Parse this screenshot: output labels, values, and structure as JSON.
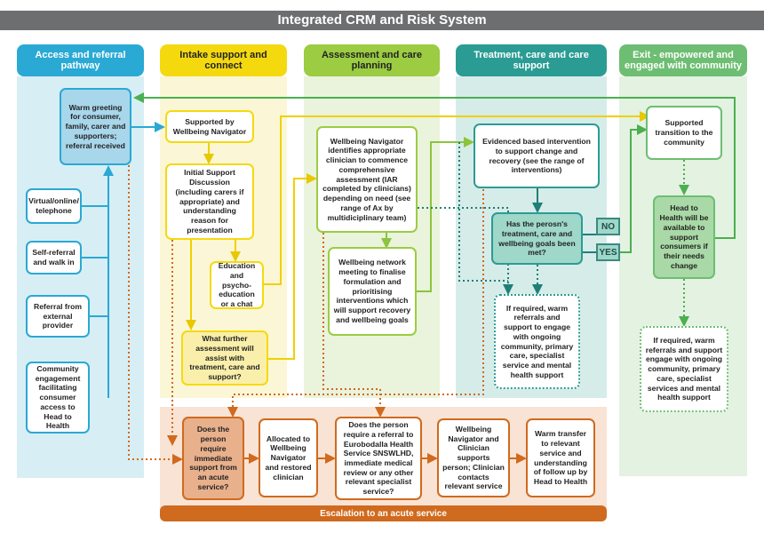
{
  "title": "Integrated CRM and Risk System",
  "colors": {
    "blue": "#29a9d4",
    "yellow": "#f5d90f",
    "green": "#9bcc42",
    "teal": "#2a9c94",
    "lightgreen": "#6dbe72",
    "orange": "#d06a1e"
  },
  "columns": {
    "access": "Access and referral pathway",
    "intake": "Intake support and connect",
    "assessment": "Assessment and care planning",
    "treatment": "Treatment, care and care support",
    "exit": "Exit - empowered and engaged with community"
  },
  "access": {
    "warm_greeting": "Warm greeting for consumer, family, carer and supporters; referral received",
    "virtual": "Virtual/online/ telephone",
    "self_referral": "Self-referral and walk in",
    "external": "Referral from external provider",
    "community": "Community engagement facilitating consumer access to Head to Health"
  },
  "intake": {
    "navigator": "Supported by Wellbeing Navigator",
    "initial": "Initial Support Discussion (including carers if appropriate) and understanding reason for presentation",
    "education": "Education and psycho-education or a chat",
    "further": "What further assessment will assist with treatment, care and support?"
  },
  "assessment": {
    "identifies": "Wellbeing Navigator identifies appropriate clinician to commence comprehensive assessment (IAR completed by clinicians) depending on need (see range of Ax by multidiciplinary team)",
    "network": "Wellbeing network meeting to finalise formulation and prioritising interventions which will support recovery and wellbeing goals"
  },
  "treatment": {
    "evidenced": "Evidenced based intervention to support change and recovery (see the range of interventions)",
    "goals": "Has the perosn's treatment, care and wellbeing goals been met?",
    "no": "NO",
    "yes": "YES",
    "warm_referrals": "If required, warm referrals and support to engage with ongoing community, primary care, specialist service  and mental health support"
  },
  "exit": {
    "transition": "Supported transition to the community",
    "available": "Head to Health will be available to support consumers if their needs change",
    "warm_referrals": "If required, warm referrals and support engage with ongoing community, primary care, specialist services and mental health support"
  },
  "escalation": {
    "label": "Escalation to an acute service",
    "immediate": "Does the person require immediate support from an acute service?",
    "allocated": "Allocated to Wellbeing Navigator and restored clinician",
    "referral": "Does the person require a referral to Eurobodalla Health Service SNSWLHD, immediate medical review or any other relevant specialist service?",
    "supports": "Wellbeing Navigator and Clinician supports person; Clinician contacts relevant service",
    "transfer": "Warm transfer to relevant service and understanding of follow up by Head to Health"
  }
}
